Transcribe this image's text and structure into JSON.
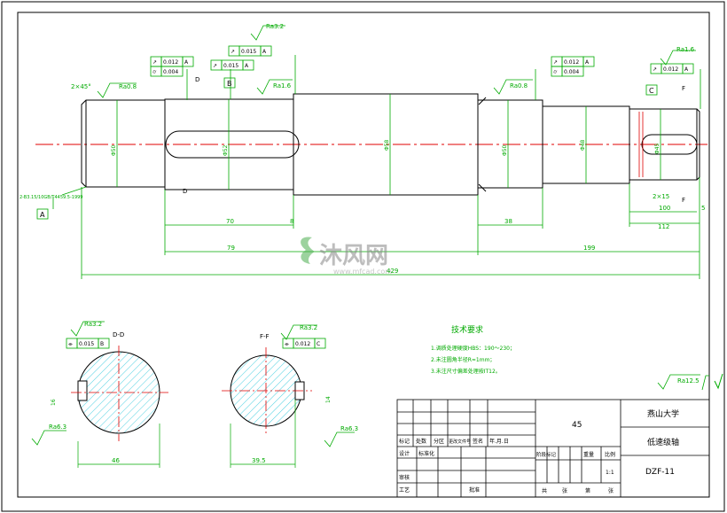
{
  "drawing": {
    "roughness_general": "Ra12.5",
    "chamfer": "2×45°",
    "keyway_width_label": "2×15",
    "section_dd_label": "D-D",
    "section_ff_label": "F-F",
    "marker_d_top": "D",
    "marker_d_bottom": "D",
    "marker_f_top": "F",
    "marker_f_bottom": "F",
    "datum_a": "A",
    "datum_b": "B",
    "datum_c": "C",
    "datum_a_note": "2-B3.15/10GB/T4459.5-1999",
    "diameters": [
      "Φ50",
      "Φ52",
      "Φ58",
      "Φ50",
      "Φ48",
      "Φ45"
    ],
    "dim_70": "70",
    "dim_8": "8",
    "dim_38": "38",
    "dim_100": "100",
    "dim_112": "112",
    "dim_5": "5",
    "dim_79": "79",
    "dim_199": "199",
    "dim_total": "429",
    "section_dd_width": "46",
    "section_ff_width": "39.5",
    "section_dd_keyw": "16",
    "section_ff_keyw": "14",
    "roughness_labels": [
      "Ra0.8",
      "Ra3.2",
      "Ra1.6",
      "Ra0.8",
      "Ra1.6",
      "Ra3.2",
      "Ra3.2",
      "Ra6.3",
      "Ra6.3"
    ],
    "tol_frames": {
      "left_top": [
        [
          "↗",
          "0.012",
          "A"
        ],
        [
          "⌭",
          "0.004",
          ""
        ]
      ],
      "mid_top": [
        [
          "↗",
          "0.015",
          "A"
        ]
      ],
      "mid_top2": [
        [
          "↗",
          "0.015",
          "A"
        ]
      ],
      "right_top": [
        [
          "↗",
          "0.012",
          "A"
        ],
        [
          "⌭",
          "0.004",
          ""
        ]
      ],
      "right_far": [
        [
          "↗",
          "0.012",
          "A"
        ]
      ],
      "dd_sym": [
        [
          "⌯",
          "0.015",
          "B"
        ]
      ],
      "ff_sym": [
        [
          "⌯",
          "0.012",
          "C"
        ]
      ]
    }
  },
  "tech_req": {
    "title": "技术要求",
    "items": [
      "1.调质处理硬度HBS：190～230；",
      "2.未注圆角半径R≈1mm；",
      "3.未注尺寸偏差处理按IT12。"
    ]
  },
  "title_block": {
    "material": "45",
    "school": "燕山大学",
    "part_name": "低速级轴",
    "drawing_no": "DZF-11",
    "col_labels": [
      "标记",
      "处数",
      "分区",
      "更改文件号",
      "签名",
      "年.月.日"
    ],
    "row2_labels": [
      "设计",
      "标准化",
      "",
      "",
      "",
      ""
    ],
    "row3_labels": [
      "审核"
    ],
    "row4_labels": [
      "工艺",
      "",
      "",
      "批准"
    ],
    "stage_label": "阶段标记",
    "weight_label": "重量",
    "scale_label": "比例",
    "scale_value": "1:1",
    "sheet_labels": [
      "共",
      "张",
      "第",
      "张"
    ]
  },
  "watermark": {
    "brand_cn": "沐风网",
    "brand_url": "www.mfcad.com"
  }
}
